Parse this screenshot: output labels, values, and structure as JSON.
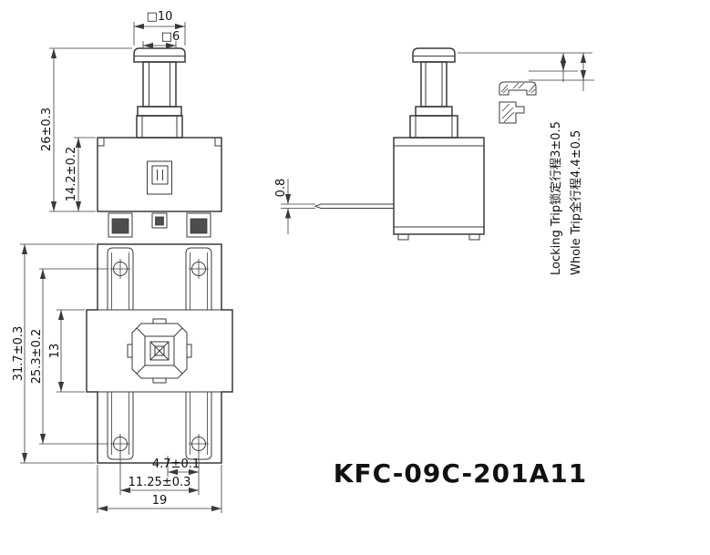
{
  "drawing": {
    "part_number": "KFC-09C-201A11",
    "front_view": {
      "dim_cap_width": "□10",
      "dim_stem_width": "□6",
      "dim_total_height": "26±0.3",
      "dim_body_height": "14.2±0.2"
    },
    "bottom_view": {
      "dim_total_length": "31.7±0.3",
      "dim_hole_span": "25.3±0.2",
      "dim_center_width": "13",
      "dim_hole_offset": "4.7±0.1",
      "dim_hole_pitch": "11.25±0.3",
      "dim_body_width": "19"
    },
    "side_view": {
      "dim_pin_thickness": "0.8",
      "dim_locking_trip": "Locking Trip锁定行程3±0.5",
      "dim_whole_trip": "Whole Trip全行程4.4±0.5"
    }
  },
  "colors": {
    "line": "#3a3a3a",
    "text": "#111111",
    "background": "#ffffff"
  }
}
